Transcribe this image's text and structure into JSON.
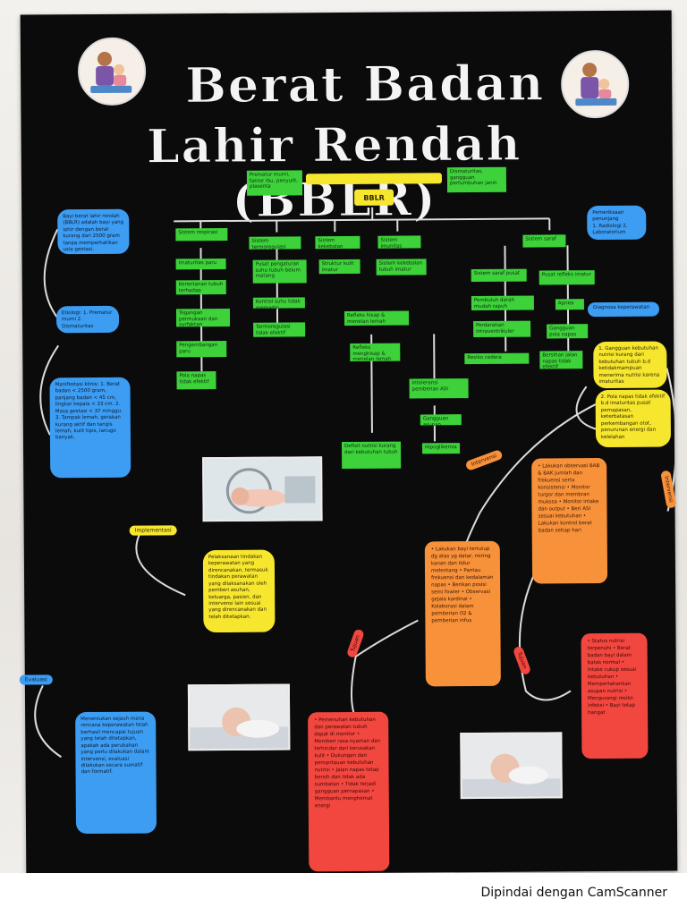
{
  "title_line1": "Berat Badan",
  "title_line2": "Lahir Rendah (BBLR)",
  "top_left": "Prematur murni, faktor ibu, penyulit, plasenta",
  "top_right": "Dismaturitas, gangguan pertumbuhan janin",
  "center": "BBLR",
  "systems": [
    "Sistem respirasi",
    "Sistem termoregulasi",
    "Sistem kekebalan",
    "Sistem imunitas",
    "Sistem saraf"
  ],
  "resp": [
    "Imaturitas paru",
    "Kerentanan tubuh terhadap",
    "Tegangan permukaan dan surfaktan",
    "Pengembangan paru",
    "Pola napas tidak efektif"
  ],
  "thermo": [
    "Pusat pengaturan suhu tubuh belum matang",
    "Kontrol suhu tidak memadai",
    "Termoregulasi tidak efektif"
  ],
  "immune": [
    "Struktur kulit imatur"
  ],
  "immunity": [
    "Sistem kekebalan tubuh imatur"
  ],
  "nerve": [
    "Sistem saraf pusat",
    "Pusat refleks imatur",
    "Pembuluh darah mudah rapuh",
    "Perdarahan intraventrikuler",
    "Resiko cedera"
  ],
  "center_chain": [
    "Refleks hisap & menelan lemah",
    "Refleks menghisap & menelan lemah",
    "Intoleransi pemberian ASI",
    "Gangguan asupan",
    "Hipoglikemia",
    "Defisit nutrisi kurang dari kebutuhan tubuh"
  ],
  "nerve_right": [
    "Pusat refleks imatur",
    "Apnea",
    "Gangguan pola napas",
    "Bersihan jalan napas tidak efektif"
  ],
  "blue_def": "Bayi berat lahir rendah (BBLR) adalah bayi yang lahir dengan berat kurang dari 2500 gram tanpa memperhatikan usia gestasi.",
  "blue_etio": "Etiologi: 1. Prematur murni 2. Dismaturitas",
  "blue_manifest": "Manifestasi klinis: 1. Berat badan < 2500 gram, panjang badan < 45 cm, lingkar kepala < 33 cm. 2. Masa gestasi < 37 minggu. 3. Tampak lemah, gerakan kurang aktif dan tangis lemah, kulit tipis, lanugo banyak.",
  "blue_penunjang_title": "Pemeriksaan penunjang",
  "blue_penunjang": "1. Radiologi 2. Laboratorium",
  "blue_diag": "Diagnosa keperawatan",
  "yel_diag1": "1. Gangguan kebutuhan nutrisi kurang dari kebutuhan tubuh b.d ketidakmampuan menerima nutrisi karena imaturitas",
  "yel_diag2": "2. Pola napas tidak efektif b.d imaturitas pusat pernapasan, keterbatasan perkembangan otot, penurunan energi dan kelelahan",
  "tag_impl": "Implementasi",
  "yel_impl": "Pelaksanaan tindakan keperawatan yang direncanakan, termasuk tindakan perawatan yang dilaksanakan oleh pemberi asuhan, keluarga, pasien, dan intervensi lain sesuai yang direncanakan dan telah ditetapkan.",
  "tag_eval": "Evaluasi",
  "blue_eval": "Menentukan sejauh mana rencana keperawatan telah berhasil mencapai tujuan yang telah ditetapkan, apakah ada perubahan yang perlu dilakukan dalam intervensi, evaluasi dilakukan secara sumatif dan formatif.",
  "tag_intervensi1": "Intervensi",
  "org_left": "• Lakukan bayi tertutup dg atas yg datar, miring kanan dan tidur melentang • Pantau frekuensi dan kedalaman napas • Berikan posisi semi fowler • Observasi gejala kardinal • Kolaborasi dalam pemberian O2 & pemberian infus",
  "org_right": "• Lakukan observasi BAB & BAK jumlah dan frekuensi serta konsistensi • Monitor turgor dan membran mukosa • Monitor intake dan output • Beri ASI sesuai kebutuhan • Lakukan kontrol berat badan setiap hari",
  "tag_intervensi2": "Intervensi",
  "tag_tujuan1": "Tujuan",
  "red_left": "• Pemenuhan kebutuhan dan perawatan tubuh dapat di monitor • Memberi rasa nyaman dan terhindar dari kerusakan kulit • Dukungan dan pemantauan kebutuhan nutrisi • Jalan napas tetap bersih dan tidak ada sumbatan • Tidak terjadi gangguan pernapasan • Membantu menghemat energi",
  "tag_tujuan2": "Tujuan",
  "red_right": "• Status nutrisi terpenuhi • Berat badan bayi dalam batas normal • Intake cukup sesuai kebutuhan • Mempertahankan asupan nutrisi • Mengurangi resiko infeksi • Bayi tetap hangat",
  "photo_names": [
    "baby-incubator-photo",
    "baby-photo-left",
    "baby-photo-right"
  ],
  "scan_label": "Dipindai dengan CamScanner"
}
